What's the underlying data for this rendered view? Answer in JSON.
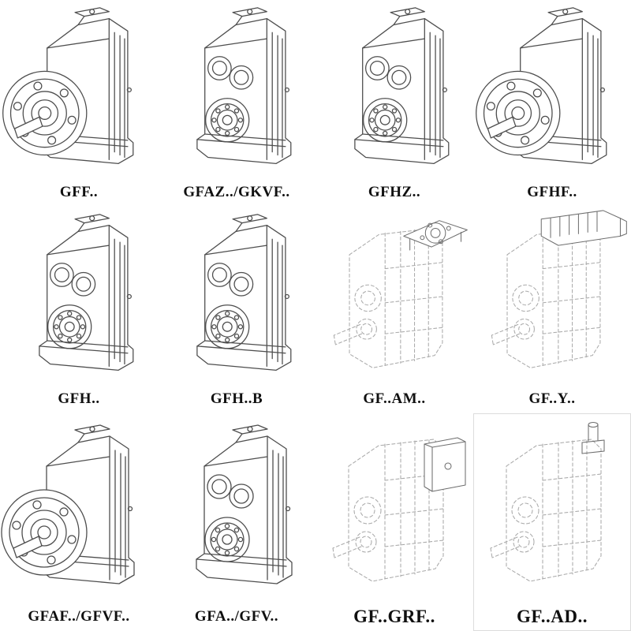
{
  "page": {
    "title": "Gear reducer mounting variants catalog",
    "background": "#ffffff",
    "line_color_solid": "#4e4e4e",
    "line_color_dashed": "#a9a9a9"
  },
  "catalog": {
    "cells": [
      {
        "label": "GFF..",
        "variant": "flange-mounted-output-shaft"
      },
      {
        "label": "GFAZ../GKVF..",
        "variant": "hollow-shaft-mounted"
      },
      {
        "label": "GFHZ..",
        "variant": "hollow-shaft-shrink-disc"
      },
      {
        "label": "GFHF..",
        "variant": "flange-mounted-hollow-shaft"
      },
      {
        "label": "GFH..",
        "variant": "foot-mounted-hollow-shaft"
      },
      {
        "label": "GFH..B",
        "variant": "foot-mounted-hollow-shaft-b"
      },
      {
        "label": "GF..AM..",
        "variant": "motor-adapter-flange-input"
      },
      {
        "label": "GF..Y..",
        "variant": "with-mounted-motor"
      },
      {
        "label": "GFAF../GFVF..",
        "variant": "flange-mounted-output"
      },
      {
        "label": "GFA../GFV..",
        "variant": "shaft-mounted"
      },
      {
        "label": "GF..GRF..",
        "variant": "with-input-cover-housing"
      },
      {
        "label": "GF..AD..",
        "variant": "top-input-shaft-adapter"
      }
    ]
  }
}
